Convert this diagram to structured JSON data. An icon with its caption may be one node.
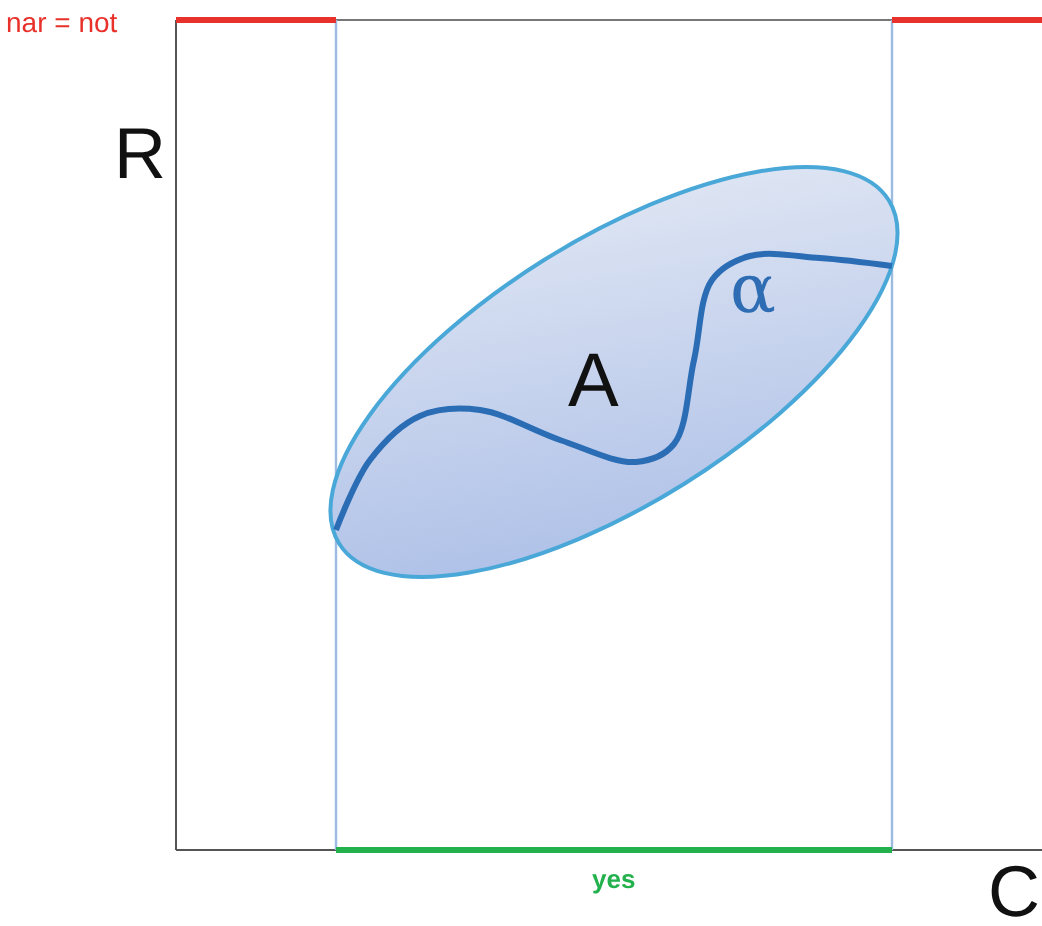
{
  "diagram": {
    "nodes": [
      {
        "text": [
          "A",
          "α"
        ]
      }
    ],
    "labels": [
      "nar = not",
      "R",
      "yes",
      "C"
    ]
  }
}
